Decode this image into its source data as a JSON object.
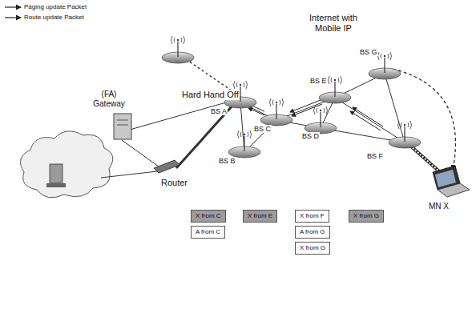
{
  "diagram": {
    "nodes": [
      {
        "text": [
          "X from C"
        ]
      },
      {
        "text": [
          "X from E"
        ]
      },
      {
        "text": [
          "X from F"
        ]
      },
      {
        "text": [
          "X from G"
        ]
      },
      {
        "text": [
          "A from C"
        ]
      },
      {
        "text": [
          "A from G"
        ]
      },
      {
        "text": [
          "X from G"
        ]
      }
    ],
    "labels": [
      "Internet with Mobile IP",
      "(FA) Gateway",
      "Hard Hand Off",
      "BS A",
      "BS B",
      "BS C",
      "BS D",
      "BS E",
      "BS F",
      "BS G",
      "Router",
      "MN X"
    ],
    "legend": [
      {
        "text": "Paging update Packet"
      },
      {
        "text": "Route update Packet"
      }
    ]
  }
}
